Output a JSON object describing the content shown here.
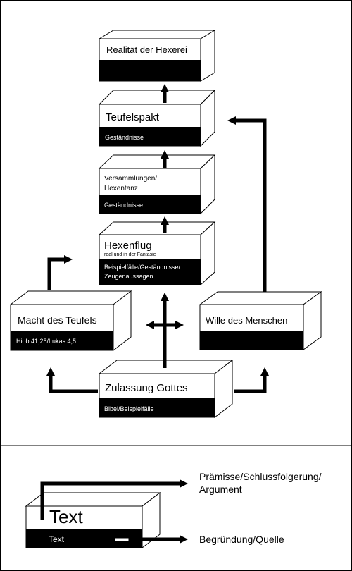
{
  "colors": {
    "ink": "#000000",
    "paper": "#ffffff"
  },
  "diagram": {
    "boxes": {
      "realitaet": {
        "title": "Realität der Hexerei",
        "subtitle": "",
        "source": ""
      },
      "teufelspakt": {
        "title": "Teufelspakt",
        "subtitle": "",
        "source": "Geständnisse"
      },
      "versammlungen": {
        "title_line1": "Versammlungen/",
        "title_line2": "Hexentanz",
        "source": "Geständnisse"
      },
      "hexenflug": {
        "title": "Hexenflug",
        "subtitle": "real und in der Fantasie",
        "source_line1": "Beispielfälle/Geständnisse/",
        "source_line2": "Zeugenaussagen"
      },
      "macht": {
        "title": "Macht des Teufels",
        "source": "Hiob 41,25/Lukas 4,5"
      },
      "wille": {
        "title": "Wille des Menschen",
        "source": ""
      },
      "zulassung": {
        "title": "Zulassung Gottes",
        "source": "Bibel/Beispielfälle"
      }
    },
    "legend": {
      "box_title": "Text",
      "box_source": "Text",
      "arrow1_line1": "Prämisse/Schlussfolgerung/",
      "arrow1_line2": "Argument",
      "arrow2": "Begründung/Quelle"
    }
  }
}
